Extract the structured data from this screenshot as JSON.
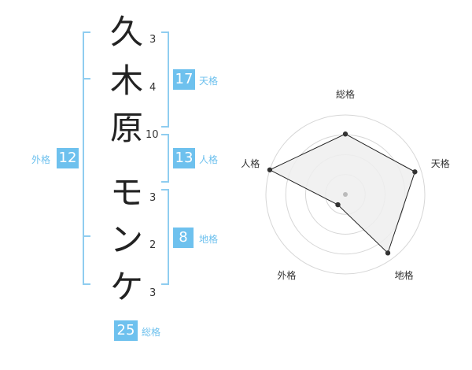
{
  "name": {
    "surname": [
      {
        "char": "久",
        "strokes": "3"
      },
      {
        "char": "木",
        "strokes": "4"
      },
      {
        "char": "原",
        "strokes": "10"
      }
    ],
    "given": [
      {
        "char": "モ",
        "strokes": "3"
      },
      {
        "char": "ン",
        "strokes": "2"
      },
      {
        "char": "ケ",
        "strokes": "3"
      }
    ]
  },
  "fortunes": {
    "tenkaku": {
      "label": "天格",
      "value": "17"
    },
    "jinkaku": {
      "label": "人格",
      "value": "13"
    },
    "chikaku": {
      "label": "地格",
      "value": "8"
    },
    "gaikaku": {
      "label": "外格",
      "value": "12"
    },
    "soukaku": {
      "label": "総格",
      "value": "25"
    }
  },
  "chart_data": {
    "type": "radar",
    "axes": [
      "総格",
      "天格",
      "地格",
      "外格",
      "人格"
    ],
    "values": [
      0.76,
      0.92,
      0.91,
      0.16,
      1.0
    ],
    "range": [
      0,
      1
    ],
    "rings": 4,
    "colors": {
      "fill": "#eeeeee",
      "ring": "#d6d6d6",
      "line": "#222222",
      "point": "#333333",
      "center": "#bbbbbb"
    }
  }
}
